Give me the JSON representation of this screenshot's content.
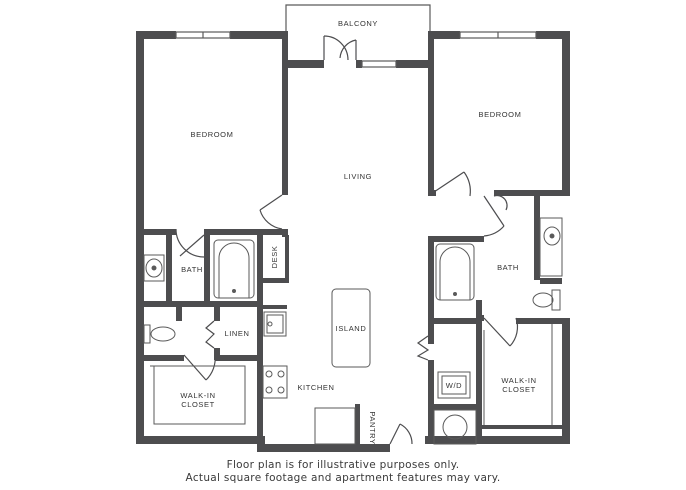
{
  "rooms": {
    "balcony": "BALCONY",
    "bedroom_left": "BEDROOM",
    "bedroom_right": "BEDROOM",
    "living": "LIVING",
    "bath_left": "BATH",
    "bath_right": "BATH",
    "desk": "DESK",
    "linen": "LINEN",
    "island": "ISLAND",
    "kitchen": "KITCHEN",
    "pantry": "PANTRY",
    "wd": "W/D",
    "walkin_left": [
      "WALK-IN",
      "CLOSET"
    ],
    "walkin_right": [
      "WALK-IN",
      "CLOSET"
    ]
  },
  "disclaimer": {
    "line1": "Floor plan is for illustrative purposes only.",
    "line2": "Actual square footage and apartment features may vary."
  },
  "colors": {
    "wall": "#4d4d4f",
    "fixture": "#5a5a5a",
    "text": "#333333",
    "background": "#ffffff"
  }
}
